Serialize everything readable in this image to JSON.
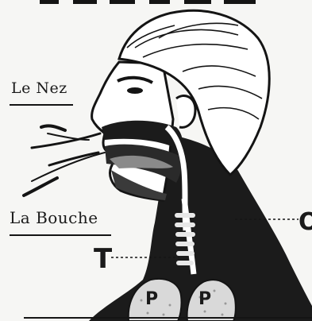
{
  "labels": {
    "nose": "Le Nez",
    "mouth": "La Bouche",
    "trachea": "T",
    "esophagus": "O",
    "lung_left": "P",
    "lung_right": "P"
  },
  "colors": {
    "ink": "#141414",
    "paper": "#f6f6f4",
    "lung_fill": "#d9d9d9"
  }
}
